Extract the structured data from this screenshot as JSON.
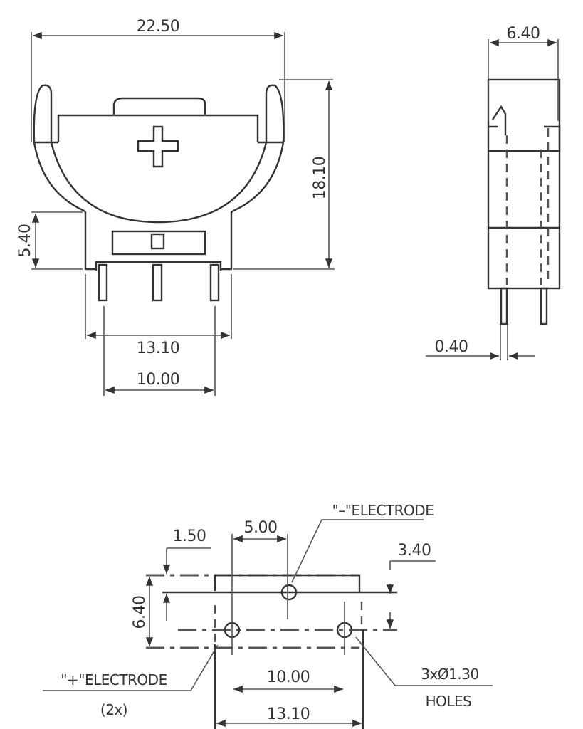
{
  "front_view": {
    "width_dim": "22.50",
    "height_dim": "18.10",
    "base_height_dim": "5.40",
    "outer_pin_span_dim": "13.10",
    "pin_pitch_dim": "10.00",
    "polarity_symbol": "plus"
  },
  "side_view": {
    "depth_dim": "6.40",
    "pin_thickness_dim": "0.40"
  },
  "footprint_view": {
    "offset_dim": "1.50",
    "hole_spacing_dim": "5.00",
    "row_spacing_dim": "3.40",
    "depth_dim": "6.40",
    "pin_pitch_dim": "10.00",
    "outer_span_dim": "13.10",
    "negative_label": "\"–\"ELECTRODE",
    "positive_label": "\"+\"ELECTRODE",
    "positive_count": "(2x)",
    "holes_label": "3xØ1.30",
    "holes_sub": "HOLES"
  },
  "colors": {
    "line": "#333333",
    "background": "#ffffff"
  }
}
